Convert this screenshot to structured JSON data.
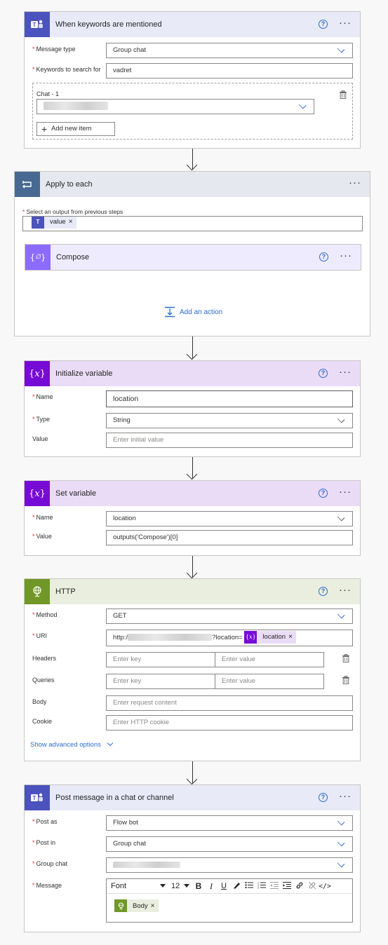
{
  "colors": {
    "teams": "#4b53bc",
    "loop": "#486991",
    "compose": "#8c6cff",
    "variable": "#770bd6",
    "http": "#709727",
    "link": "#2b6cd0",
    "required": "#d13438"
  },
  "trigger": {
    "title": "When keywords are mentioned",
    "message_type_label": "Message type",
    "message_type_value": "Group chat",
    "keywords_label": "Keywords to search for",
    "keywords_value": "vadret",
    "chat_label": "Chat - 1",
    "add_item_label": "Add new item"
  },
  "apply": {
    "title": "Apply to each",
    "select_label": "Select an output from previous steps",
    "token_label": "value",
    "compose_title": "Compose",
    "add_action_label": "Add an action"
  },
  "init_var": {
    "title": "Initialize variable",
    "name_label": "Name",
    "name_value": "location",
    "type_label": "Type",
    "type_value": "String",
    "value_label": "Value",
    "value_placeholder": "Enter initial value"
  },
  "set_var": {
    "title": "Set variable",
    "name_label": "Name",
    "name_value": "location",
    "value_label": "Value",
    "value_value": "outputs('Compose')[0]"
  },
  "http": {
    "title": "HTTP",
    "method_label": "Method",
    "method_value": "GET",
    "uri_label": "URI",
    "uri_prefix": "http:/",
    "uri_suffix": "?location=",
    "uri_token": "location",
    "headers_label": "Headers",
    "queries_label": "Queries",
    "key_placeholder": "Enter key",
    "value_placeholder": "Enter value",
    "body_label": "Body",
    "body_placeholder": "Enter request content",
    "cookie_label": "Cookie",
    "cookie_placeholder": "Enter HTTP cookie",
    "advanced_label": "Show advanced options"
  },
  "post": {
    "title": "Post message in a chat or channel",
    "post_as_label": "Post as",
    "post_as_value": "Flow bot",
    "post_in_label": "Post in",
    "post_in_value": "Group chat",
    "group_chat_label": "Group chat",
    "message_label": "Message",
    "font_value": "Font",
    "font_size_value": "12",
    "body_token": "Body"
  },
  "common": {
    "help_glyph": "?",
    "more_glyph": "···",
    "remove_glyph": "×"
  }
}
